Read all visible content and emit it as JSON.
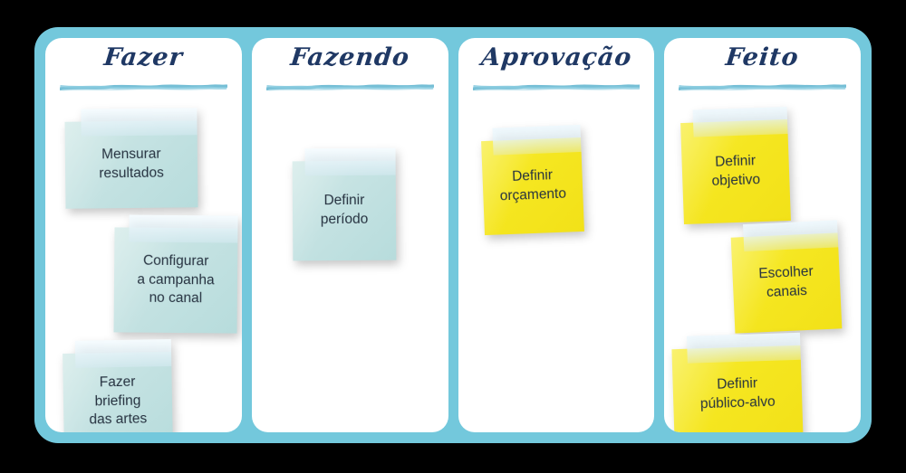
{
  "board": {
    "name": "kanban-board",
    "accent_color": "#73c8dc",
    "column_background": "#ffffff",
    "page_background": "#000000"
  },
  "columns": [
    {
      "id": "fazer",
      "title": "Fazer",
      "cards": [
        {
          "text": "Mensurar\nresultados",
          "color": "blue",
          "color_hex": "#c4e2e2"
        },
        {
          "text": "Configurar\na campanha\nno canal",
          "color": "blue",
          "color_hex": "#c4e2e2"
        },
        {
          "text": "Fazer\nbriefing\ndas artes",
          "color": "blue",
          "color_hex": "#c4e2e2"
        }
      ]
    },
    {
      "id": "fazendo",
      "title": "Fazendo",
      "cards": [
        {
          "text": "Definir\nperíodo",
          "color": "blue",
          "color_hex": "#c4e2e2"
        }
      ]
    },
    {
      "id": "aprovacao",
      "title": "Aprovação",
      "cards": [
        {
          "text": "Definir\norçamento",
          "color": "yellow",
          "color_hex": "#f5e620"
        }
      ]
    },
    {
      "id": "feito",
      "title": "Feito",
      "cards": [
        {
          "text": "Definir\nobjetivo",
          "color": "yellow",
          "color_hex": "#f5e620"
        },
        {
          "text": "Escolher\ncanais",
          "color": "yellow",
          "color_hex": "#f5e620"
        },
        {
          "text": "Definir\npúblico-alvo",
          "color": "yellow",
          "color_hex": "#f5e620"
        }
      ]
    }
  ]
}
